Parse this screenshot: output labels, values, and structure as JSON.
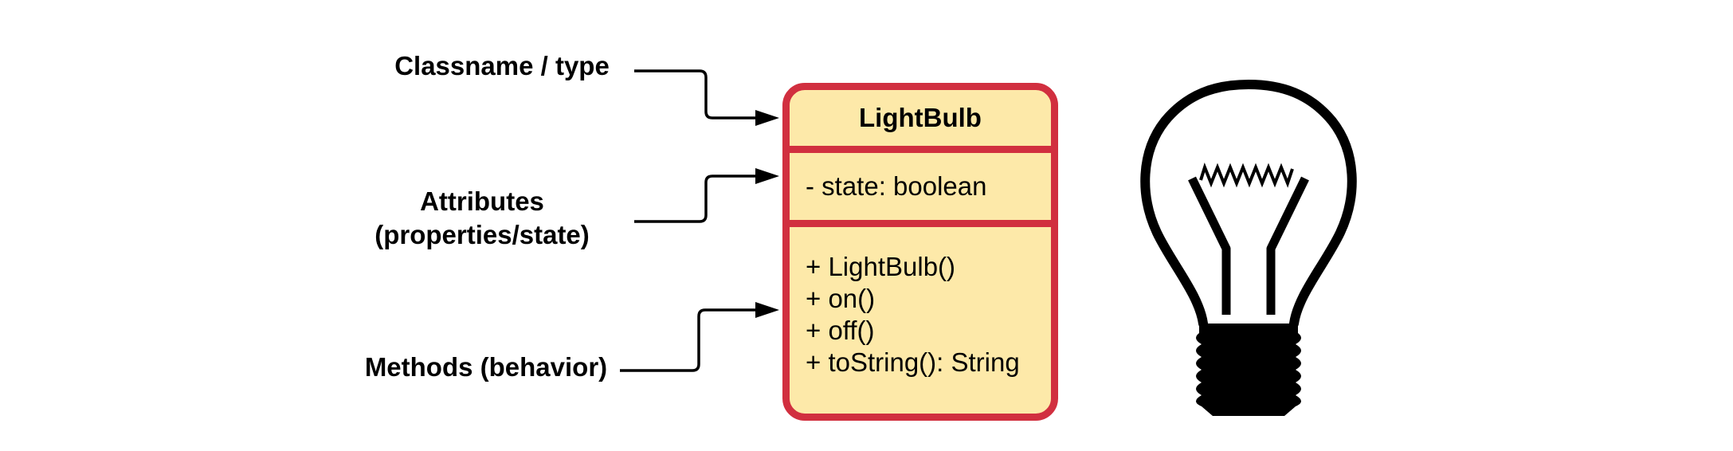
{
  "labels": {
    "classname": "Classname / type",
    "attributes_line1": "Attributes",
    "attributes_line2": "(properties/state)",
    "methods": "Methods (behavior)"
  },
  "uml_class": {
    "name": "LightBulb",
    "attributes": [
      "- state: boolean"
    ],
    "methods": [
      "+ LightBulb()",
      "+ on()",
      "+ off()",
      "+ toString(): String"
    ]
  },
  "colors": {
    "box_fill": "#fde9a9",
    "box_border": "#d12f3f",
    "text": "#000000"
  },
  "icons": {
    "bulb": "light-bulb-icon"
  }
}
